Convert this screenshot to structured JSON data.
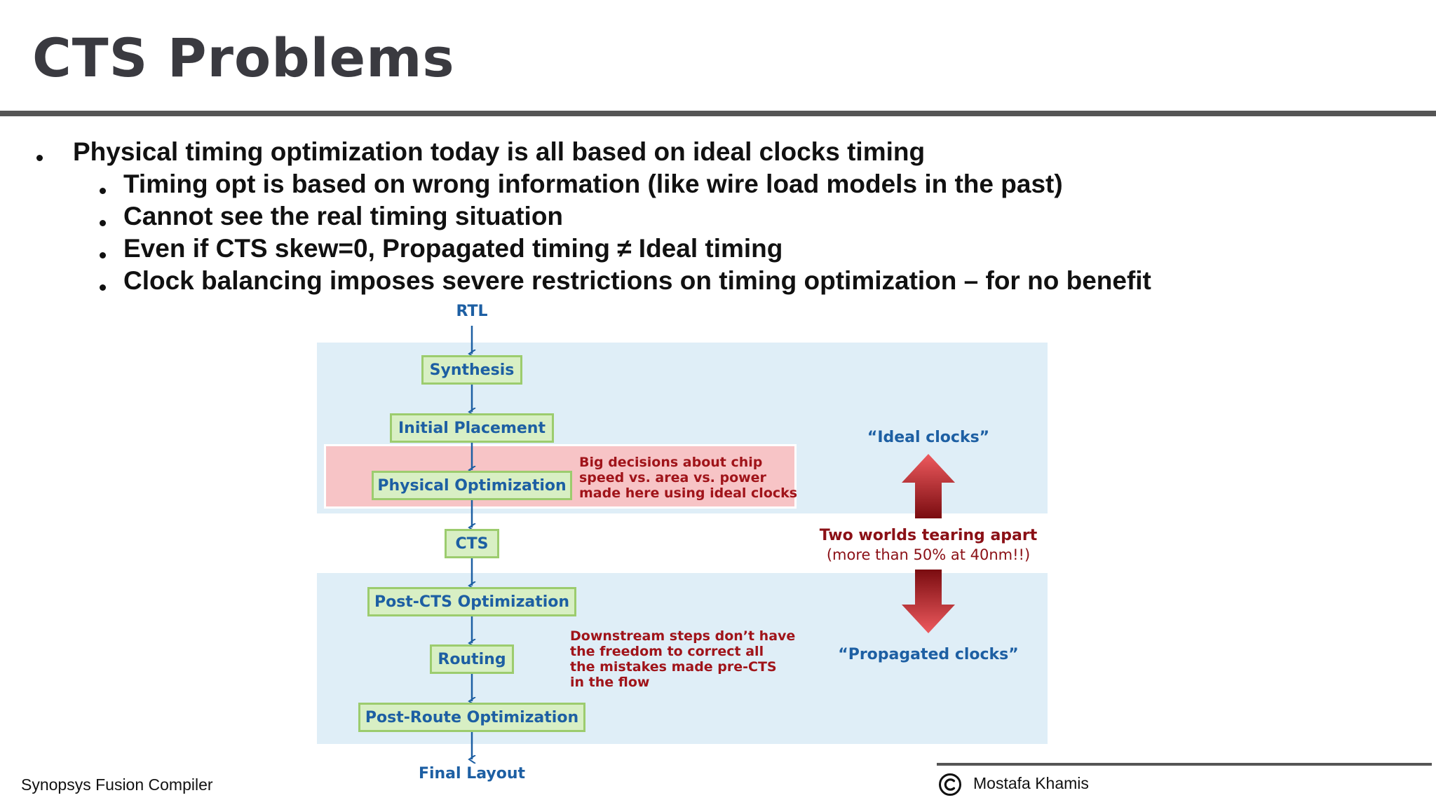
{
  "slide": {
    "title": "CTS Problems",
    "bullets": [
      "Physical timing optimization today is all based on ideal clocks timing",
      "Timing opt is based on wrong information (like wire load models in the past)",
      "Cannot see the real timing situation",
      "Even if CTS skew=0, Propagated timing ≠ Ideal timing",
      "Clock balancing imposes severe restrictions on timing optimization – for no benefit"
    ]
  },
  "diagram": {
    "start": "RTL",
    "steps": [
      "Synthesis",
      "Initial Placement",
      "Physical Optimization",
      "CTS",
      "Post-CTS Optimization",
      "Routing",
      "Post-Route Optimization"
    ],
    "end": "Final Layout",
    "note_top": [
      "Big decisions about chip",
      "speed vs. area vs. power",
      "made here using ideal clocks"
    ],
    "note_bottom": [
      "Downstream steps don’t have",
      "the freedom to correct all",
      "the mistakes made pre-CTS",
      "in the flow"
    ],
    "ideal_label": "“Ideal clocks”",
    "propagated_label": "“Propagated clocks”",
    "worlds_title": "Two worlds tearing apart",
    "worlds_sub": "(more than 50% at 40nm!!)",
    "colors": {
      "step_fill": "#d8efc4",
      "step_border": "#9ccc6e",
      "step_text": "#1d5fa3",
      "panel": "#dfeef7",
      "highlight": "#f7c4c6",
      "note_text": "#a0141a",
      "arrow_red": "#e8474c"
    }
  },
  "footer": {
    "left": "Synopsys Fusion Compiler",
    "author": "Mostafa Khamis",
    "copyright_icon": "copyright-icon"
  }
}
